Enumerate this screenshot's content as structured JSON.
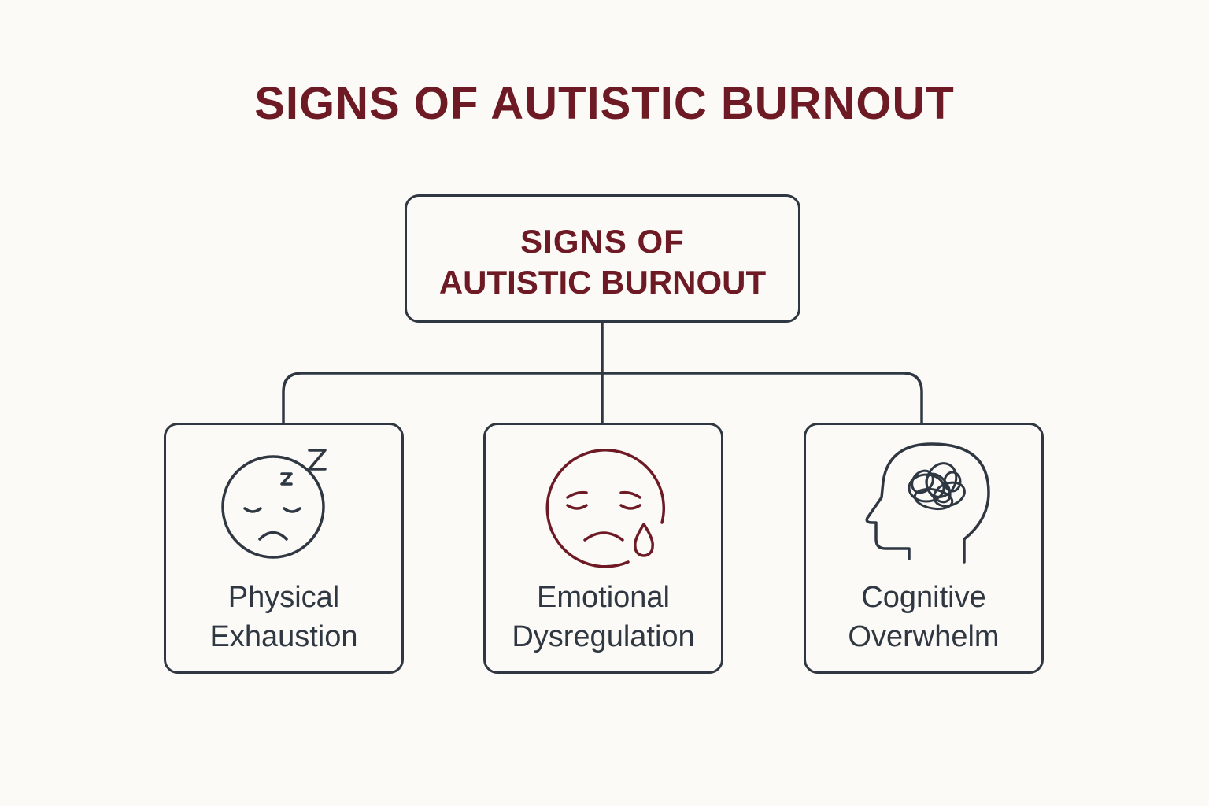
{
  "title": "SIGNS OF AUTISTIC BURNOUT",
  "root": {
    "line1": "SIGNS OF",
    "line2": "AUTISTIC BURNOUT"
  },
  "categories": [
    {
      "line1": "Physical",
      "line2": "Exhaustion",
      "icon": "sleepy-face-icon"
    },
    {
      "line1": "Emotional",
      "line2": "Dysregulation",
      "icon": "crying-face-icon"
    },
    {
      "line1": "Cognitive",
      "line2": "Overwhelm",
      "icon": "tangled-head-icon"
    }
  ],
  "colors": {
    "accent": "#6d1a25",
    "stroke": "#2f3842",
    "background": "#fcfaf6"
  }
}
